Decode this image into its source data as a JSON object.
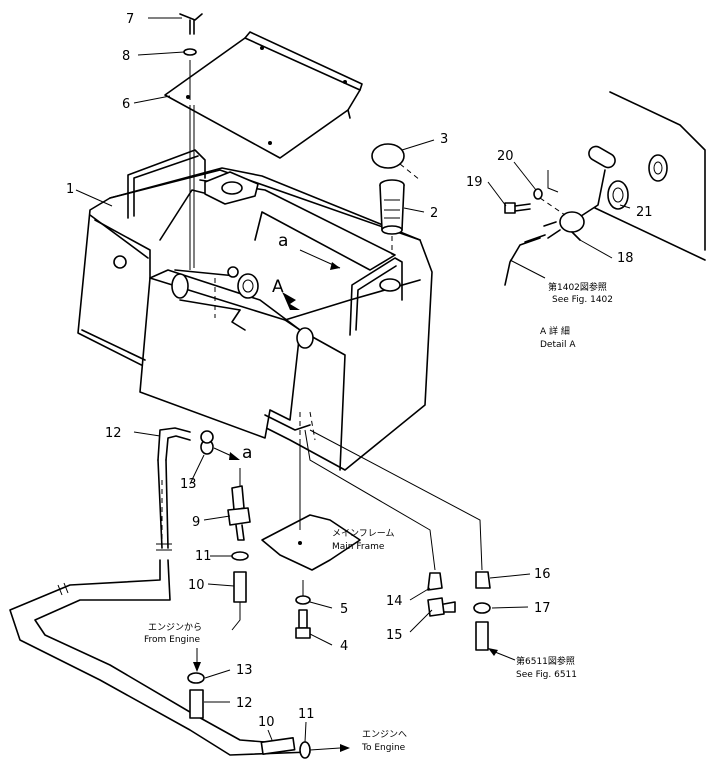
{
  "callouts": {
    "n1": "1",
    "n2": "2",
    "n3": "3",
    "n4": "4",
    "n5": "5",
    "n6": "6",
    "n7": "7",
    "n8": "8",
    "n9": "9",
    "n10a": "10",
    "n10b": "10",
    "n11a": "11",
    "n11b": "11",
    "n12a": "12",
    "n12b": "12",
    "n13a": "13",
    "n13b": "13",
    "n14": "14",
    "n15": "15",
    "n16": "16",
    "n17": "17",
    "n18": "18",
    "n19": "19",
    "n20": "20",
    "n21": "21"
  },
  "views": {
    "a_upper": "a",
    "a_lower": "a",
    "A_view": "A"
  },
  "notes": {
    "fig1402_jp": "第1402図参照",
    "fig1402_en": "See Fig. 1402",
    "detailA_jp": "A 詳 細",
    "detailA_en": "Detail A",
    "mainframe_jp": "メインフレーム",
    "mainframe_en": "Main Frame",
    "from_engine_jp": "エンジンから",
    "from_engine_en": "From Engine",
    "to_engine_jp": "エンジンへ",
    "to_engine_en": "To Engine",
    "fig6511_jp": "第6511図参照",
    "fig6511_en": "See Fig. 6511"
  }
}
